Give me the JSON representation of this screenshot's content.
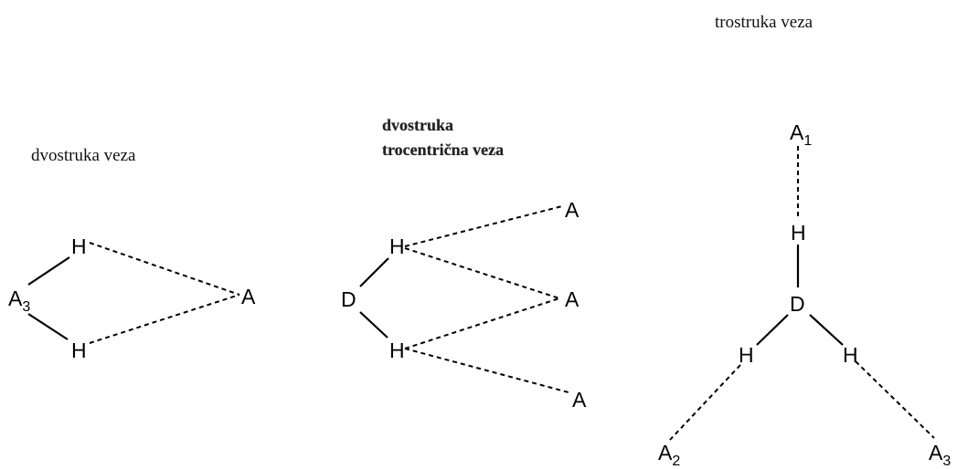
{
  "captions": {
    "double": "dvostruka veza",
    "three_center_line1": "dvostruka",
    "three_center_line2": "trocentrična veza",
    "triple": "trostruka veza"
  },
  "atoms": {
    "A": "A",
    "H": "H",
    "D": "D",
    "sub1": "1",
    "sub2": "2",
    "sub3": "3"
  }
}
